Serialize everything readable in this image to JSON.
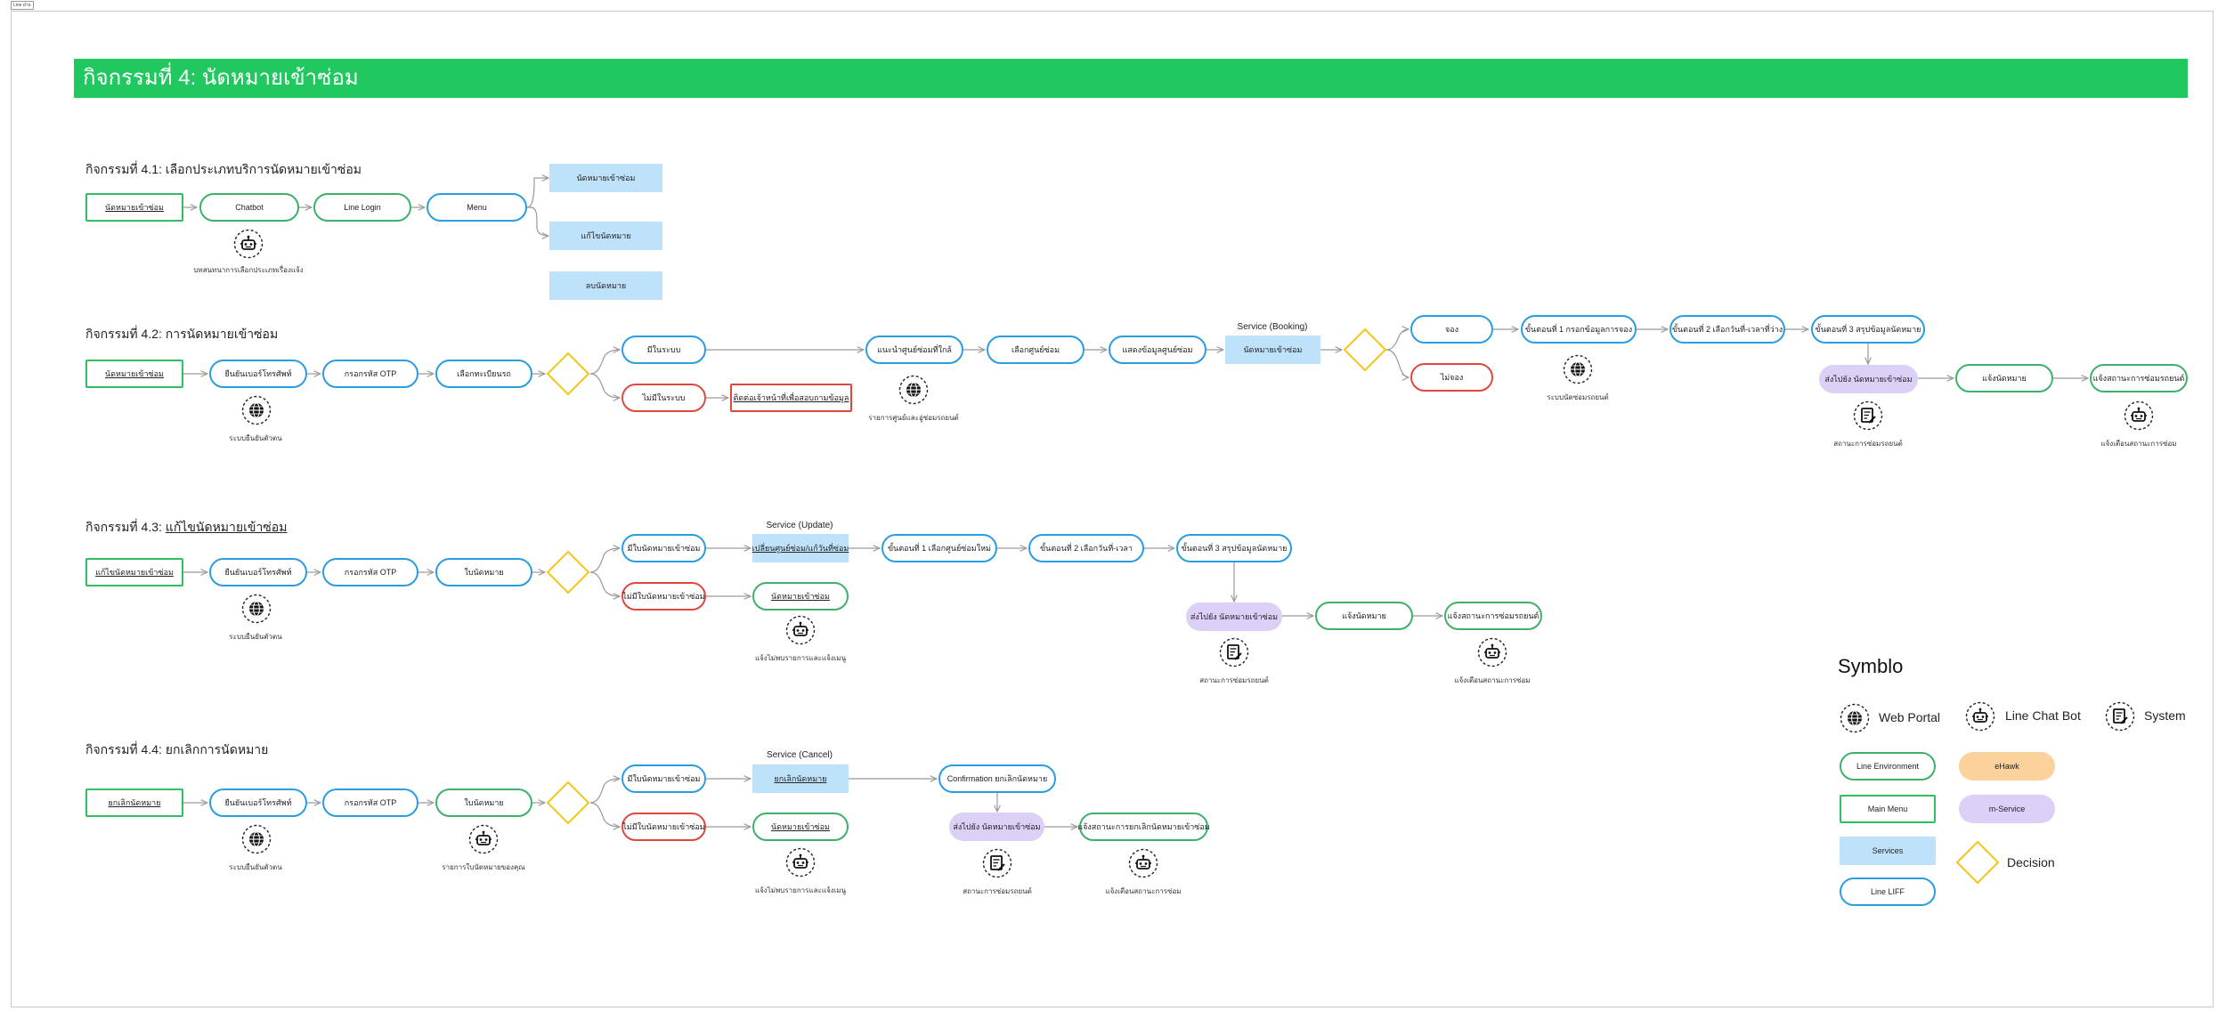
{
  "frame_tag": "Line ฝ่าย",
  "banner_title": "กิจกรรมที่ 4: นัดหมายเข้าซ่อม",
  "a41": {
    "title_prefix": "กิจกรรมที่ 4.1: ",
    "title_rest": "เลือกประเภทบริการนัดหมายเข้าซ่อม",
    "start": "นัดหมายเข้าซ่อม",
    "chatbot": "Chatbot",
    "line_login": "Line Login",
    "menu": "Menu",
    "opt1": "นัดหมายเข้าซ่อม",
    "opt2": "แก้ไขนัดหมาย",
    "opt3": "ลบนัดหมาย",
    "chatbot_note": "บทสนทนาการเลือกประเภทเรื่องแจ้ง"
  },
  "a42": {
    "title_prefix": "กิจกรรมที่ 4.2: ",
    "title_rest": "การนัดหมายเข้าซ่อม",
    "start": "นัดหมายเข้าซ่อม",
    "verify_phone": "ยืนยันเบอร์โทรศัพท์",
    "otp": "กรอกรหัส OTP",
    "select_car": "เลือกทะเบียนรถ",
    "has_data": "มีในระบบ",
    "no_data": "ไม่มีในระบบ",
    "contact": "ติดต่อเจ้าหน้าที่เพื่อสอบถามข้อมูล",
    "recommend_center": "แนะนำศูนย์ซ่อมที่ใกล้",
    "choose_center": "เลือกศูนย์ซ่อม",
    "center_detail": "แสดงข้อมูลศูนย์ซ่อม",
    "service_title": "Service (Booking)",
    "service": "นัดหมายเข้าซ่อม",
    "book": "จอง",
    "not_book": "ไม่จอง",
    "step1": "ขั้นตอนที่ 1 กรอกข้อมูลการจอง",
    "step2": "ขั้นตอนที่ 2 เลือกวันที่-เวลาที่ว่าง",
    "step3": "ขั้นตอนที่ 3 สรุปข้อมูลนัดหมาย",
    "mservice": "ส่งไปยัง นัดหมายเข้าซ่อม",
    "notify": "แจ้งนัดหมาย",
    "notify_status": "แจ้งสถานะการซ่อมรถยนต์",
    "note_verify": "ระบบยืนยันตัวตน",
    "note_centers": "รายการศูนย์และอู่ซ่อมรถยนต์",
    "note_booking": "ระบบนัดซ่อมรถยนต์",
    "note_repair": "สถานะการซ่อมรถยนต์",
    "note_status": "แจ้งเตือนสถานะการซ่อม"
  },
  "a43": {
    "title_prefix": "กิจกรรมที่ 4.3: ",
    "title_rest": "แก้ไขนัดหมายเข้าซ่อม",
    "start": "แก้ไขนัดหมายเข้าซ่อม",
    "verify_phone": "ยืนยันเบอร์โทรศัพท์",
    "otp": "กรอกรหัส OTP",
    "choose": "ใบนัดหมาย",
    "has": "มีใบนัดหมายเข้าซ่อม",
    "none": "ไม่มีใบนัดหมายเข้าซ่อม",
    "to_booking": "นัดหมายเข้าซ่อม",
    "service_title": "Service (Update)",
    "service": "เปลี่ยนศูนย์ซ่อม/แก้วันที่ซ่อม",
    "step1": "ขั้นตอนที่ 1 เลือกศูนย์ซ่อมใหม่",
    "step2": "ขั้นตอนที่ 2 เลือกวันที่-เวลา",
    "step3": "ขั้นตอนที่ 3 สรุปข้อมูลนัดหมาย",
    "mservice": "ส่งไปยัง นัดหมายเข้าซ่อม",
    "notify": "แจ้งนัดหมาย",
    "notify_status": "แจ้งสถานะการซ่อมรถยนต์",
    "note_verify": "ระบบยืนยันตัวตน",
    "note_menu": "แจ้งไม่พบรายการและแจ้งเมนู",
    "note_repair": "สถานะการซ่อมรถยนต์",
    "note_status": "แจ้งเตือนสถานะการซ่อม"
  },
  "a44": {
    "title_prefix": "กิจกรรมที่ 4.4: ",
    "title_rest": "ยกเลิกการนัดหมาย",
    "start": "ยกเลิกนัดหมาย",
    "verify_phone": "ยืนยันเบอร์โทรศัพท์",
    "otp": "กรอกรหัส OTP",
    "choose": "ใบนัดหมาย",
    "has": "มีใบนัดหมายเข้าซ่อม",
    "none": "ไม่มีใบนัดหมายเข้าซ่อม",
    "to_booking": "นัดหมายเข้าซ่อม",
    "service_title": "Service (Cancel)",
    "service": "ยกเลิกนัดหมาย",
    "confirm": "Confirmation ยกเลิกนัดหมาย",
    "mservice": "ส่งไปยัง นัดหมายเข้าซ่อม",
    "notify_cancel": "แจ้งสถานะการยกเลิกนัดหมายเข้าซ่อม",
    "note_verify": "ระบบยืนยันตัวตน",
    "note_list": "รายการใบนัดหมายของคุณ",
    "note_menu": "แจ้งไม่พบรายการและแจ้งเมนู",
    "note_repair": "สถานะการซ่อมรถยนต์",
    "note_status": "แจ้งเตือนสถานะการซ่อม"
  },
  "legend": {
    "title": "Symblo",
    "web_portal": "Web Portal",
    "line_chat_bot": "Line Chat Bot",
    "system": "System",
    "line_env": "Line Environment",
    "ehawk": "eHawk",
    "main_menu": "Main Menu",
    "mservice": "m-Service",
    "services": "Services",
    "decision": "Decision",
    "line_liff": "Line LIFF"
  },
  "colors": {
    "banner": "#21c85f",
    "line_environment": "#3eb06a",
    "line_liff": "#2a9de0",
    "error": "#e0483d",
    "services": "#bfe2fb",
    "m_service": "#ddd0f7",
    "ehawk": "#fbd29b",
    "decision": "#f5c518"
  }
}
